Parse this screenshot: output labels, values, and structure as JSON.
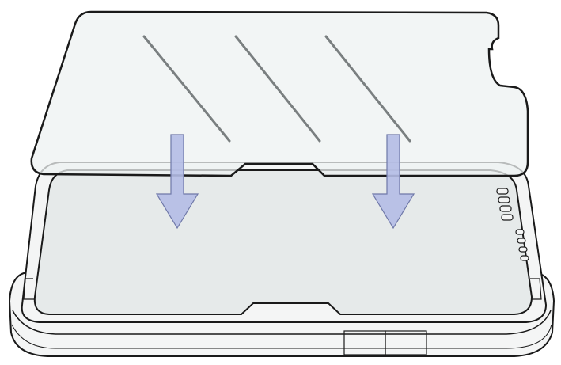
{
  "colors": {
    "outline": "#1a1a1a",
    "body_fill": "#f4f5f5",
    "screen_fill": "#e6eaea",
    "glass_fill": "#eef2f2",
    "glass_opacity": 0.75,
    "glare_line": "#7a7f80",
    "arrow_fill": "#b4bde6",
    "arrow_stroke": "#6f78a8"
  },
  "illustration": {
    "arrow_count": 2,
    "glare_line_count": 3
  }
}
